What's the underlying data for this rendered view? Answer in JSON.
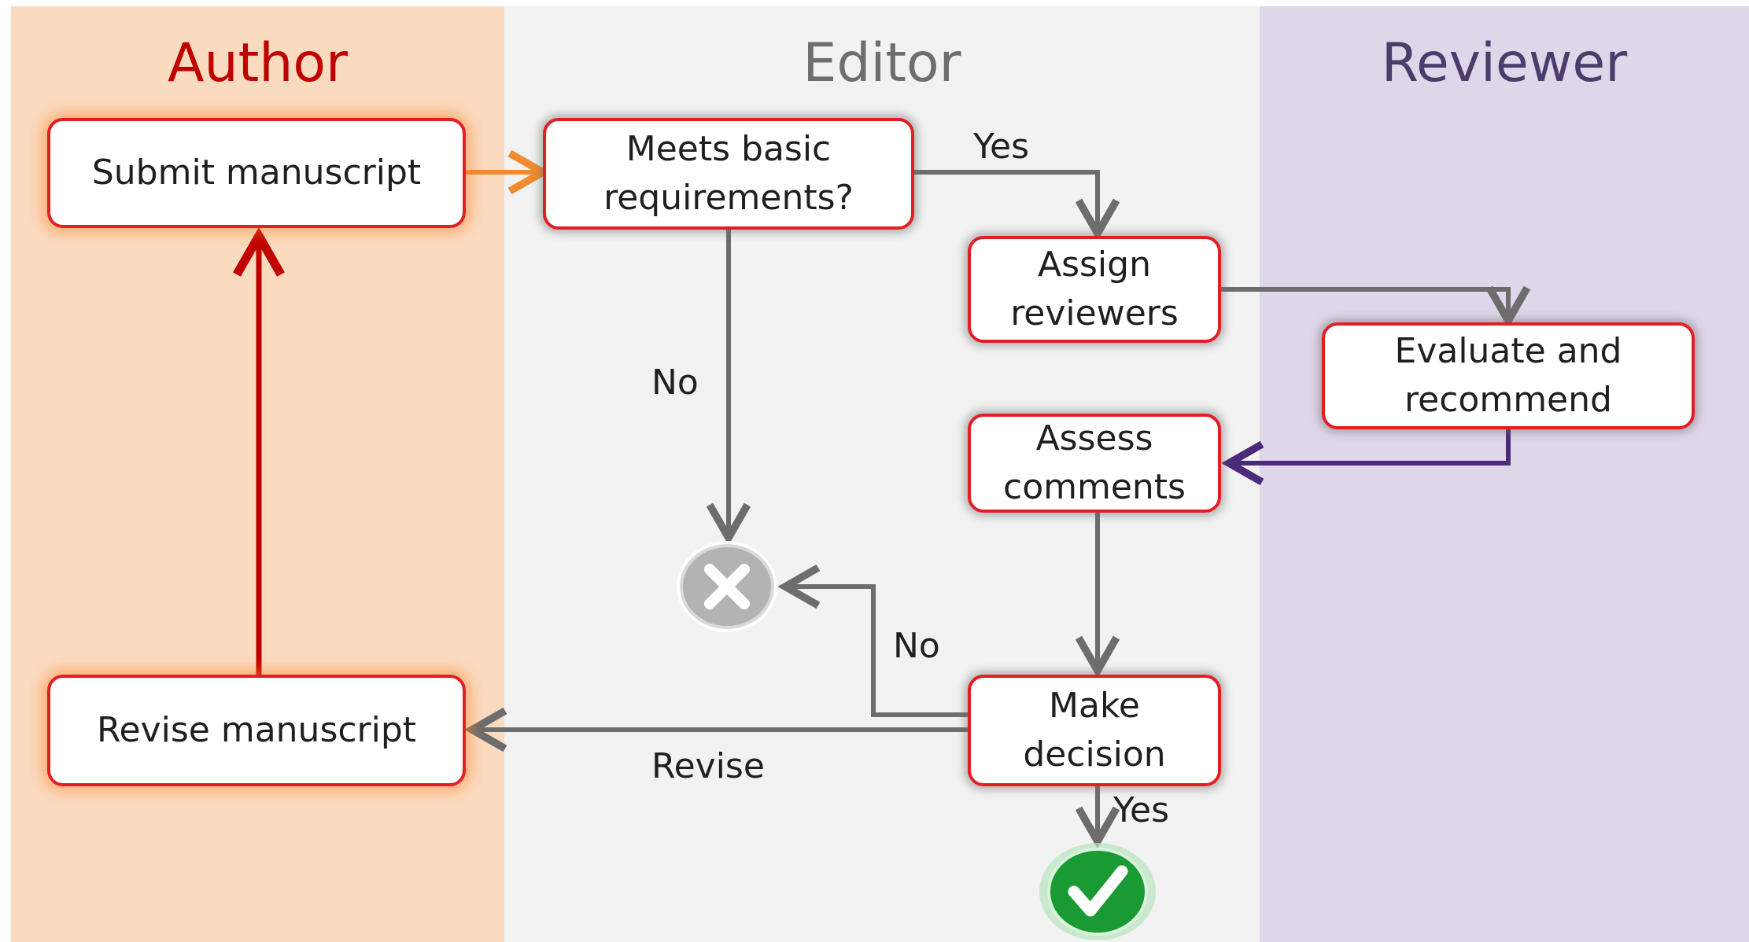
{
  "lanes": {
    "author": {
      "title": "Author",
      "color": "#c00000"
    },
    "editor": {
      "title": "Editor",
      "color": "#6e6e6e"
    },
    "reviewer": {
      "title": "Reviewer",
      "color": "#4b3c6b"
    }
  },
  "nodes": {
    "submit": "Submit manuscript",
    "meets": "Meets basic\nrequirements?",
    "assign": "Assign\nreviewers",
    "evaluate": "Evaluate and\nrecommend",
    "assess": "Assess\ncomments",
    "decision": "Make\ndecision",
    "revise": "Revise manuscript"
  },
  "edge_labels": {
    "yes_top": "Yes",
    "no_left": "No",
    "no_decision": "No",
    "revise": "Revise",
    "yes_bottom": "Yes"
  },
  "terminals": {
    "reject": "x-icon",
    "accept": "checkmark-icon"
  },
  "colors": {
    "node_border": "#e31e24",
    "edge_gray": "#6d6d6d",
    "edge_orange": "#f28a30",
    "edge_red": "#c00000",
    "edge_purple": "#4b2a7b",
    "accept_green": "#1a9a33",
    "reject_gray": "#b3b3b3"
  }
}
